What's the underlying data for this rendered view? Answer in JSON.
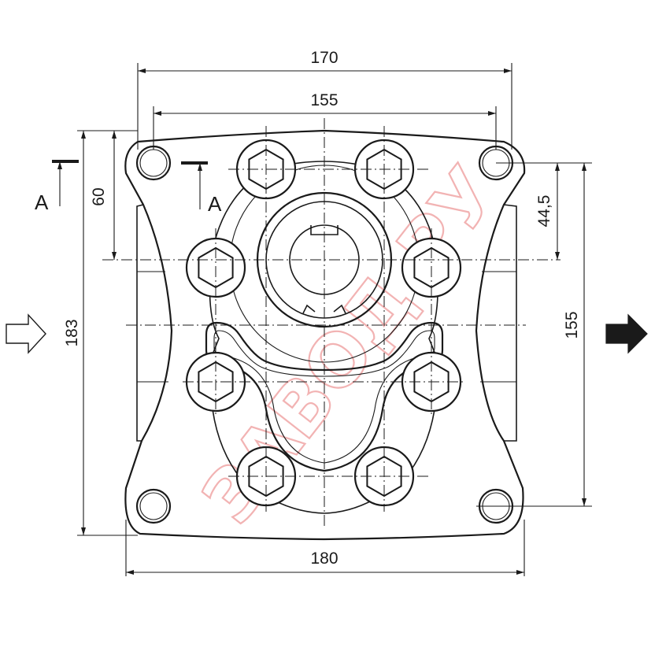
{
  "dimensions": {
    "top_width_outer": "170",
    "top_width_inner": "155",
    "bottom_width": "180",
    "left_height_total": "183",
    "left_height_upper": "60",
    "right_height_upper": "44,5",
    "right_height_lower": "155"
  },
  "section_labels": {
    "left": "A",
    "right": "A"
  },
  "arrows": {
    "inlet": "outline-right-arrow",
    "outlet": "filled-right-arrow"
  },
  "watermark": {
    "text": "ЗАВОД.РУ",
    "color": "#f2b3b3"
  }
}
